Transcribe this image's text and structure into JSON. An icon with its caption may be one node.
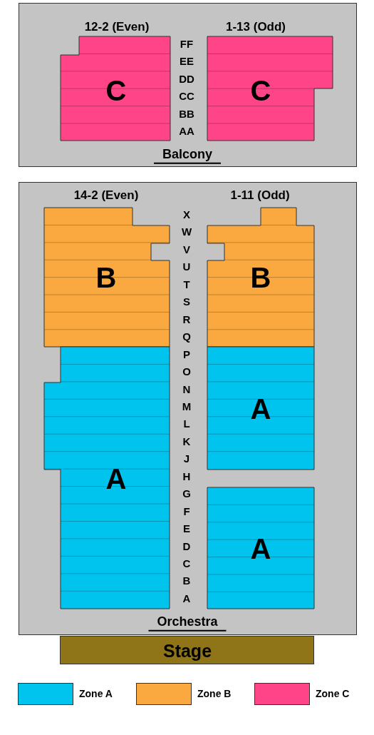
{
  "diagram": {
    "nodes": [
      {
        "text": [
          "Balcony"
        ]
      },
      {
        "text": [
          "C"
        ],
        "beside": [
          "12-2 (Even)"
        ],
        "in": 0
      },
      {
        "text": [
          "C"
        ],
        "beside": [
          "1-13 (Odd)"
        ],
        "in": 0
      },
      {
        "text": [
          "Orchestra"
        ]
      },
      {
        "text": [
          "B"
        ],
        "beside": [
          "14-2 (Even)"
        ],
        "in": 3
      },
      {
        "text": [
          "B"
        ],
        "beside": [
          "1-11 (Odd)"
        ],
        "in": 3
      },
      {
        "text": [
          "A"
        ],
        "in": 3
      },
      {
        "text": [
          "A"
        ],
        "in": 3
      },
      {
        "text": [
          "A"
        ],
        "in": 3
      },
      {
        "text": [
          "Stage"
        ]
      }
    ],
    "edges": [],
    "labels": [
      "FF",
      "EE",
      "DD",
      "CC",
      "BB",
      "AA",
      "X",
      "W",
      "V",
      "U",
      "T",
      "S",
      "R",
      "Q",
      "P",
      "O",
      "N",
      "M",
      "L",
      "K",
      "J",
      "H",
      "G",
      "F",
      "E",
      "D",
      "C",
      "B",
      "A"
    ],
    "legend": [
      {
        "text": "Zone A",
        "color": "#00c4ee"
      },
      {
        "text": "Zone B",
        "color": "#f9a93f"
      },
      {
        "text": "Zone C",
        "color": "#ff4488"
      }
    ]
  }
}
